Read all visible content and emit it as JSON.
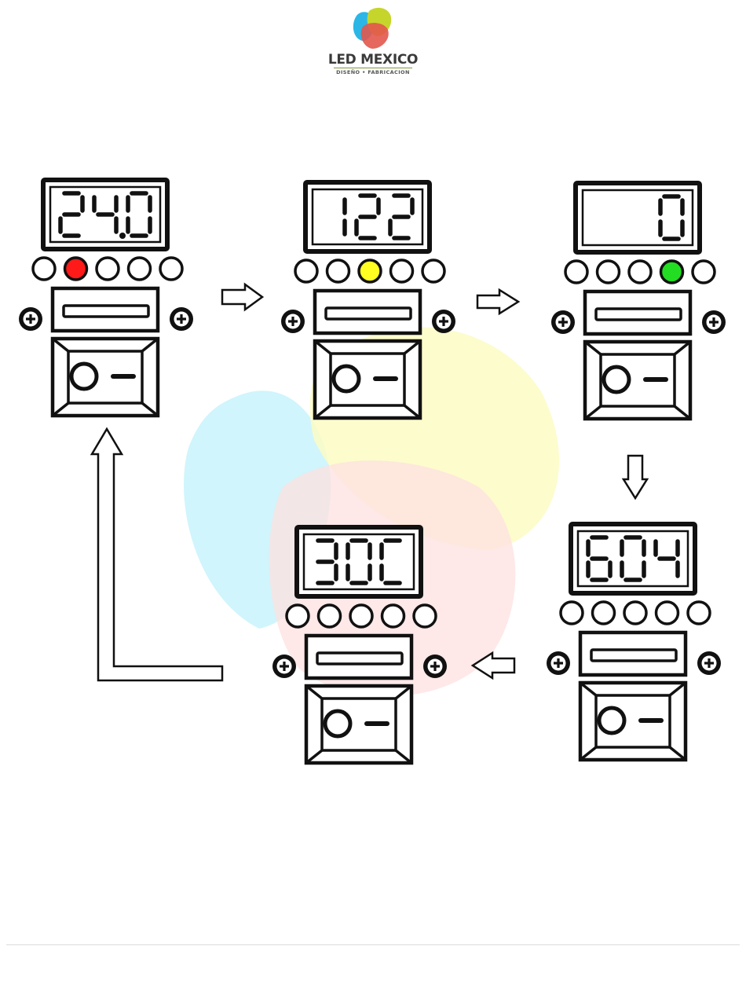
{
  "logo": {
    "title": "LED MEXICO",
    "subtitle": "DISEÑO • FABRICACION",
    "colors": [
      "#2bb6e6",
      "#c6d52c",
      "#e2574c"
    ]
  },
  "watermark_colors": [
    "#c8f3fb",
    "#fdfcc4",
    "#fde0e0"
  ],
  "controllers": [
    {
      "name": "controller-1",
      "display": "24.0",
      "led_colors": [
        "#ffffff",
        "#ff1a1a",
        "#ffffff",
        "#ffffff",
        "#ffffff"
      ]
    },
    {
      "name": "controller-2",
      "display": "122",
      "led_colors": [
        "#ffffff",
        "#ffffff",
        "#ffff22",
        "#ffffff",
        "#ffffff"
      ]
    },
    {
      "name": "controller-3",
      "display": "0",
      "led_colors": [
        "#ffffff",
        "#ffffff",
        "#ffffff",
        "#22dd22",
        "#ffffff"
      ]
    },
    {
      "name": "controller-4",
      "display": "604",
      "led_colors": [
        "#ffffff",
        "#ffffff",
        "#ffffff",
        "#ffffff",
        "#ffffff"
      ]
    },
    {
      "name": "controller-5",
      "display": "30C",
      "led_colors": [
        "#ffffff",
        "#ffffff",
        "#ffffff",
        "#ffffff",
        "#ffffff"
      ]
    }
  ],
  "arrows": [
    {
      "name": "arrow-right-1",
      "direction": "right"
    },
    {
      "name": "arrow-right-2",
      "direction": "right"
    },
    {
      "name": "arrow-down",
      "direction": "down"
    },
    {
      "name": "arrow-left",
      "direction": "left"
    },
    {
      "name": "arrow-return-up",
      "direction": "up"
    }
  ],
  "icons": {
    "plus": "plus-circle-icon",
    "power": "power-button-icon",
    "minus": "minus-icon"
  }
}
